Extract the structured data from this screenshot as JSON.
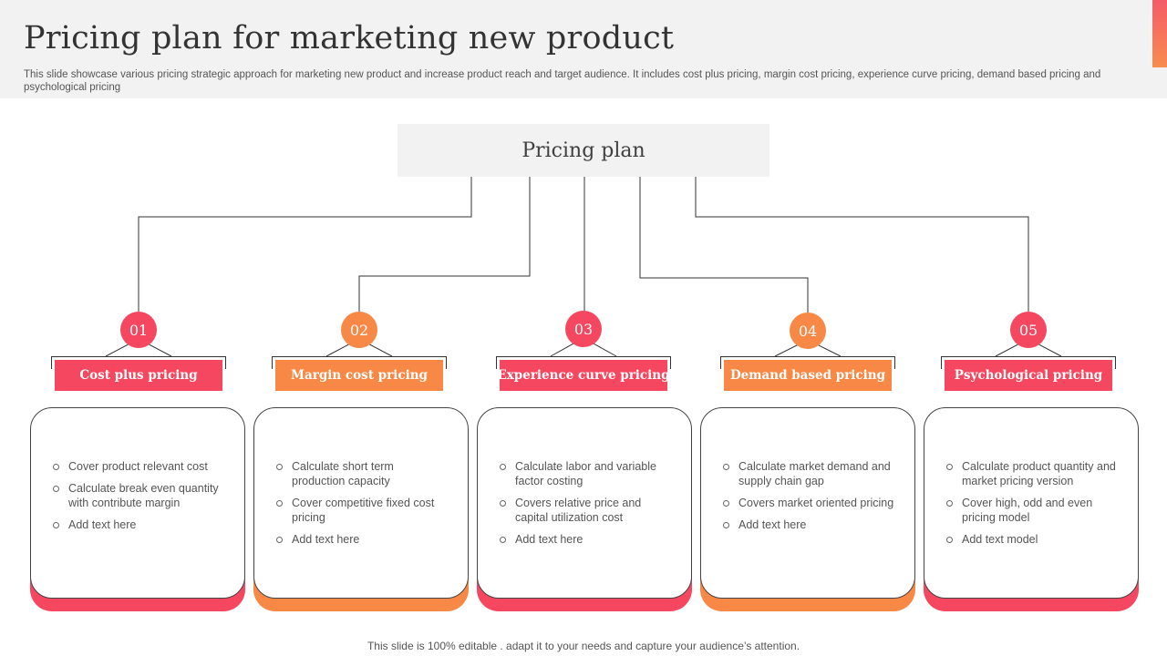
{
  "header": {
    "title": "Pricing plan for marketing new product",
    "subtitle": "This slide showcase various pricing strategic approach for marketing new product and increase product reach and target audience. It includes cost plus pricing, margin cost pricing, experience curve pricing, demand based pricing and psychological pricing"
  },
  "root": {
    "label": "Pricing plan"
  },
  "colors": {
    "red": "#f5475f",
    "orange": "#f78846",
    "line": "#333333",
    "header_bg": "#f2f2f2"
  },
  "items": [
    {
      "number": "01",
      "label": "Cost plus pricing",
      "color": "#f5475f",
      "bullets": [
        "Cover product relevant cost",
        "Calculate break even quantity with contribute margin",
        "Add text here"
      ]
    },
    {
      "number": "02",
      "label": "Margin cost pricing",
      "color": "#f78846",
      "bullets": [
        "Calculate short term production capacity",
        "Cover competitive fixed cost pricing",
        "Add text here"
      ]
    },
    {
      "number": "03",
      "label": "Experience curve pricing",
      "color": "#f5475f",
      "bullets": [
        "Calculate labor and variable factor costing",
        "Covers relative price and capital utilization cost",
        "Add text here"
      ]
    },
    {
      "number": "04",
      "label": "Demand based pricing",
      "color": "#f78846",
      "bullets": [
        "Calculate market demand and supply chain gap",
        "Covers market oriented pricing",
        "Add text here"
      ]
    },
    {
      "number": "05",
      "label": "Psychological pricing",
      "color": "#f5475f",
      "bullets": [
        "Calculate product quantity and market pricing version",
        "Cover high, odd and even pricing model",
        "Add text model"
      ]
    }
  ],
  "footer": {
    "text": "This slide is 100% editable . adapt it to your needs and capture your audience’s attention."
  }
}
